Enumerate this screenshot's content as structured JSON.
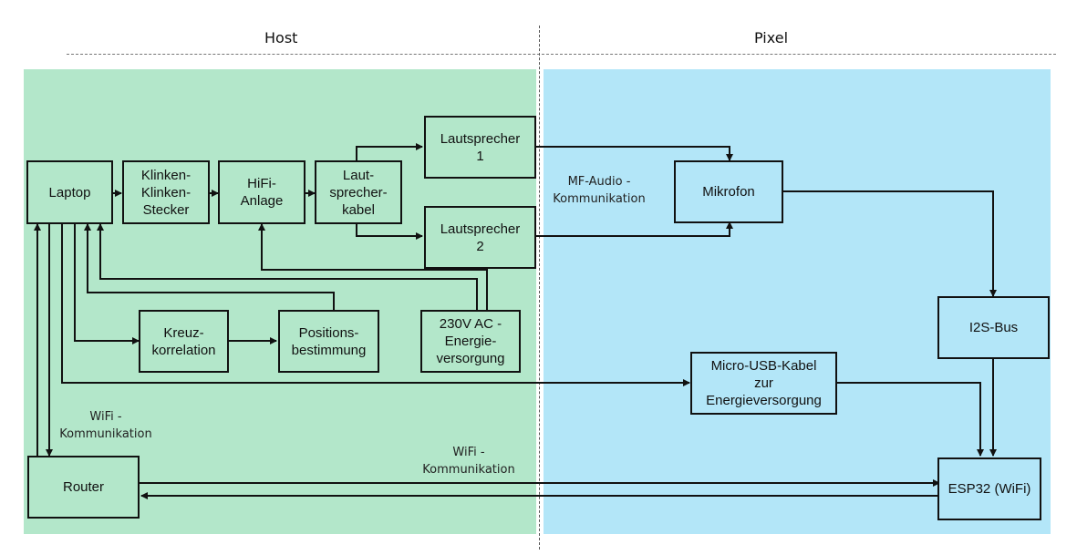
{
  "headers": {
    "host": "Host",
    "pixel": "Pixel"
  },
  "colors": {
    "host_bg": "#b3e7ca",
    "pixel_bg": "#b3e6f8",
    "line": "#111111"
  },
  "blocks": {
    "laptop": "Laptop",
    "klinken": "Klinken-\nKlinken-\nStecker",
    "hifi": "HiFi-\nAnlage",
    "kabel": "Laut-\nsprecher-\nkabel",
    "ls1": "Lautsprecher\n1",
    "ls2": "Lautsprecher\n2",
    "kreuz": "Kreuz-\nkorrelation",
    "position": "Positions-\nbestimmung",
    "power230": "230V AC -\nEnergie-\nversorgung",
    "router": "Router",
    "mikrofon": "Mikrofon",
    "i2s": "I2S-Bus",
    "usb": "Micro-USB-Kabel\nzur\nEnergieversorgung",
    "esp32": "ESP32 (WiFi)"
  },
  "notes": {
    "mf_audio": "MF-Audio -\nKommunikation",
    "wifi_left": "WiFi -\nKommunikation",
    "wifi_mid": "WiFi -\nKommunikation"
  }
}
